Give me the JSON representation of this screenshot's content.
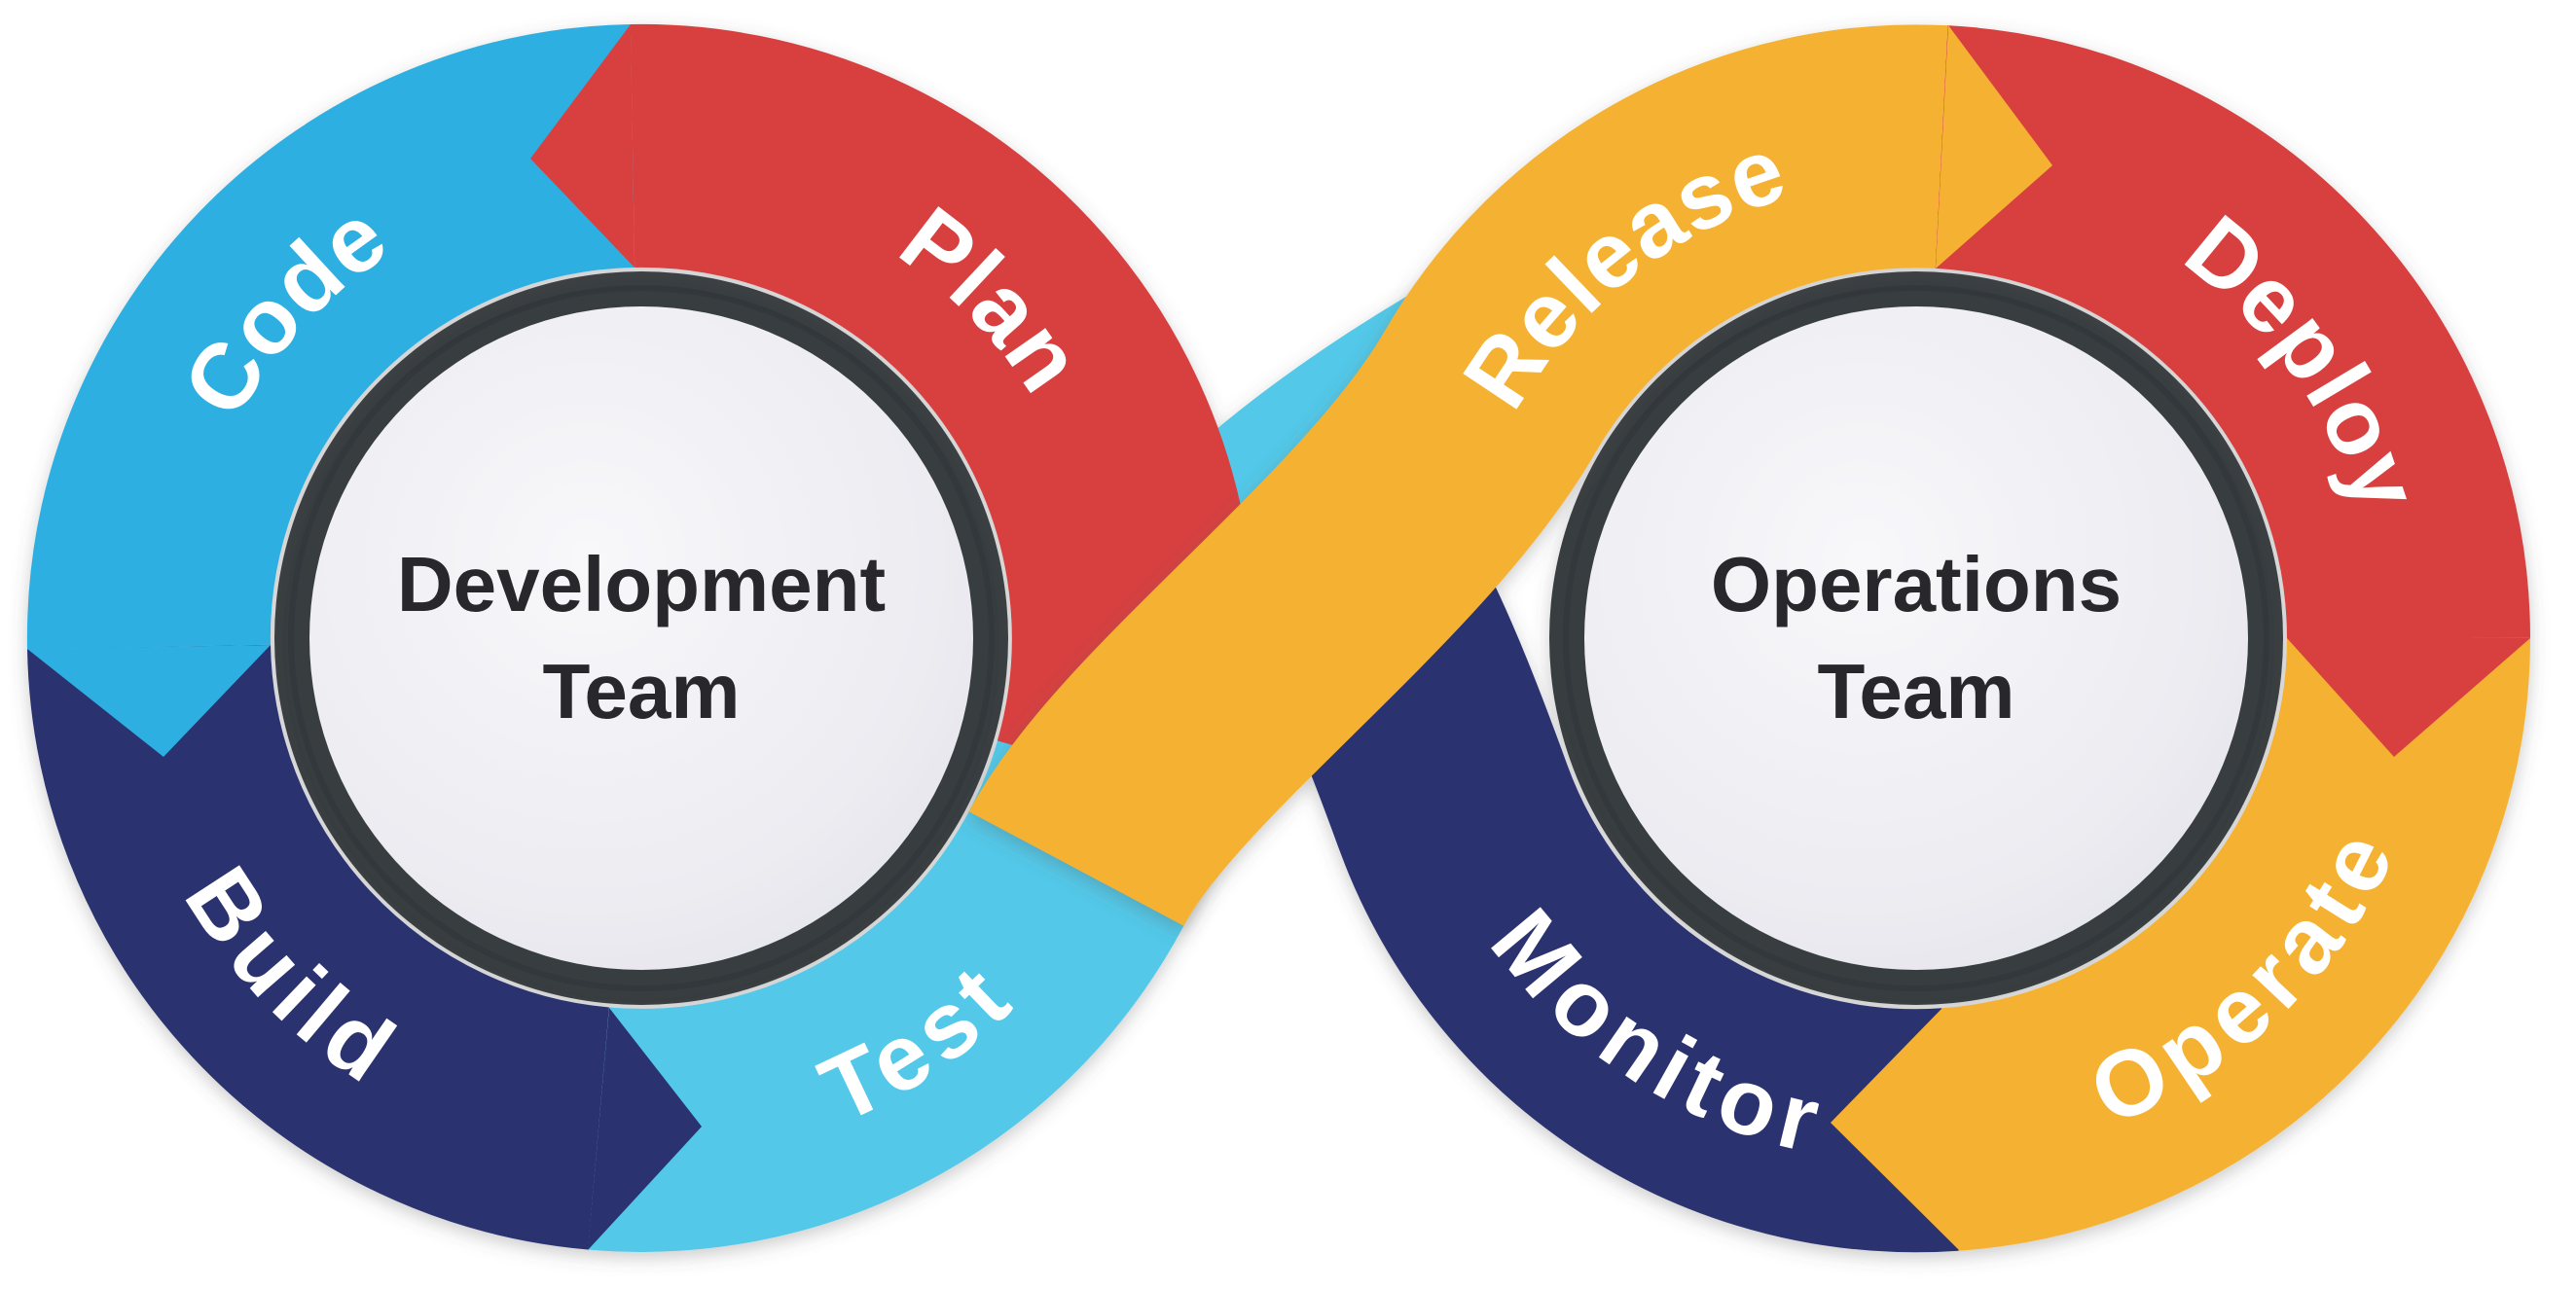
{
  "diagram": {
    "type": "devops-infinity-loop",
    "styles": {
      "background": "#ffffff",
      "label_text_color": "#ffffff",
      "hub_fill": "#ededf2",
      "hub_ring_color": "#383e41",
      "hub_text_color": "#28282c"
    },
    "loops": [
      {
        "id": "development",
        "hub": {
          "line1": "Development",
          "line2": "Team"
        },
        "segments": [
          {
            "label": "Plan",
            "color": "#d84040"
          },
          {
            "label": "Code",
            "color": "#2fafe2"
          },
          {
            "label": "Build",
            "color": "#293070"
          },
          {
            "label": "Test",
            "color": "#52c8e8"
          }
        ]
      },
      {
        "id": "operations",
        "hub": {
          "line1": "Operations",
          "line2": "Team"
        },
        "segments": [
          {
            "label": "Release",
            "color": "#f5b233"
          },
          {
            "label": "Deploy",
            "color": "#d84040"
          },
          {
            "label": "Operate",
            "color": "#f5b233"
          },
          {
            "label": "Monitor",
            "color": "#293070"
          }
        ]
      }
    ],
    "flow_order": [
      "Plan",
      "Code",
      "Build",
      "Test",
      "Release",
      "Deploy",
      "Operate",
      "Monitor"
    ]
  }
}
